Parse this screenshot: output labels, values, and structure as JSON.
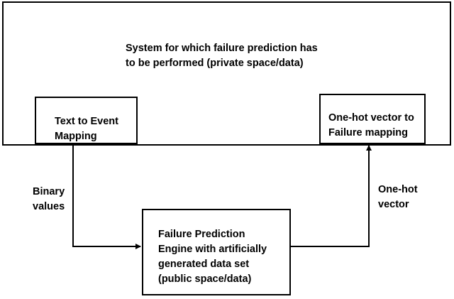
{
  "system": {
    "line1": "System for which failure prediction has",
    "line2": "to be performed (private space/data)"
  },
  "text_to_event": {
    "line1": "Text to Event",
    "line2": "Mapping"
  },
  "onehot_to_failure": {
    "line1": "One-hot vector to",
    "line2": "Failure mapping"
  },
  "engine": {
    "line1": "Failure Prediction",
    "line2": "Engine with artificially",
    "line3": "generated data set",
    "line4": "(public space/data)"
  },
  "edges": {
    "binary_line1": "Binary",
    "binary_line2": "values",
    "onehot_line1": "One-hot",
    "onehot_line2": "vector"
  }
}
